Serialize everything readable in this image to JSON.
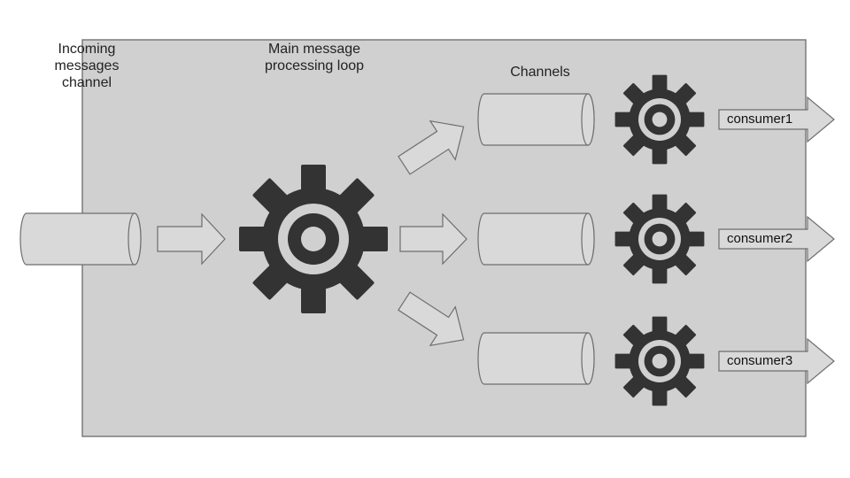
{
  "labels": {
    "incoming_line1": "Incoming",
    "incoming_line2": "messages",
    "incoming_line3": "channel",
    "main_line1": "Main message",
    "main_line2": "processing loop",
    "channels": "Channels"
  },
  "consumers": [
    "consumer1",
    "consumer2",
    "consumer3"
  ],
  "icons": {
    "pipe": "cylinder-icon",
    "arrow": "arrow-right-icon",
    "gear": "gear-icon"
  },
  "colors": {
    "panel": "#d0d0d0",
    "panel_border": "#7a7a7a",
    "gear": "#333333",
    "shape_fill": "#d9d9d9",
    "shape_stroke": "#6e6e6e"
  }
}
